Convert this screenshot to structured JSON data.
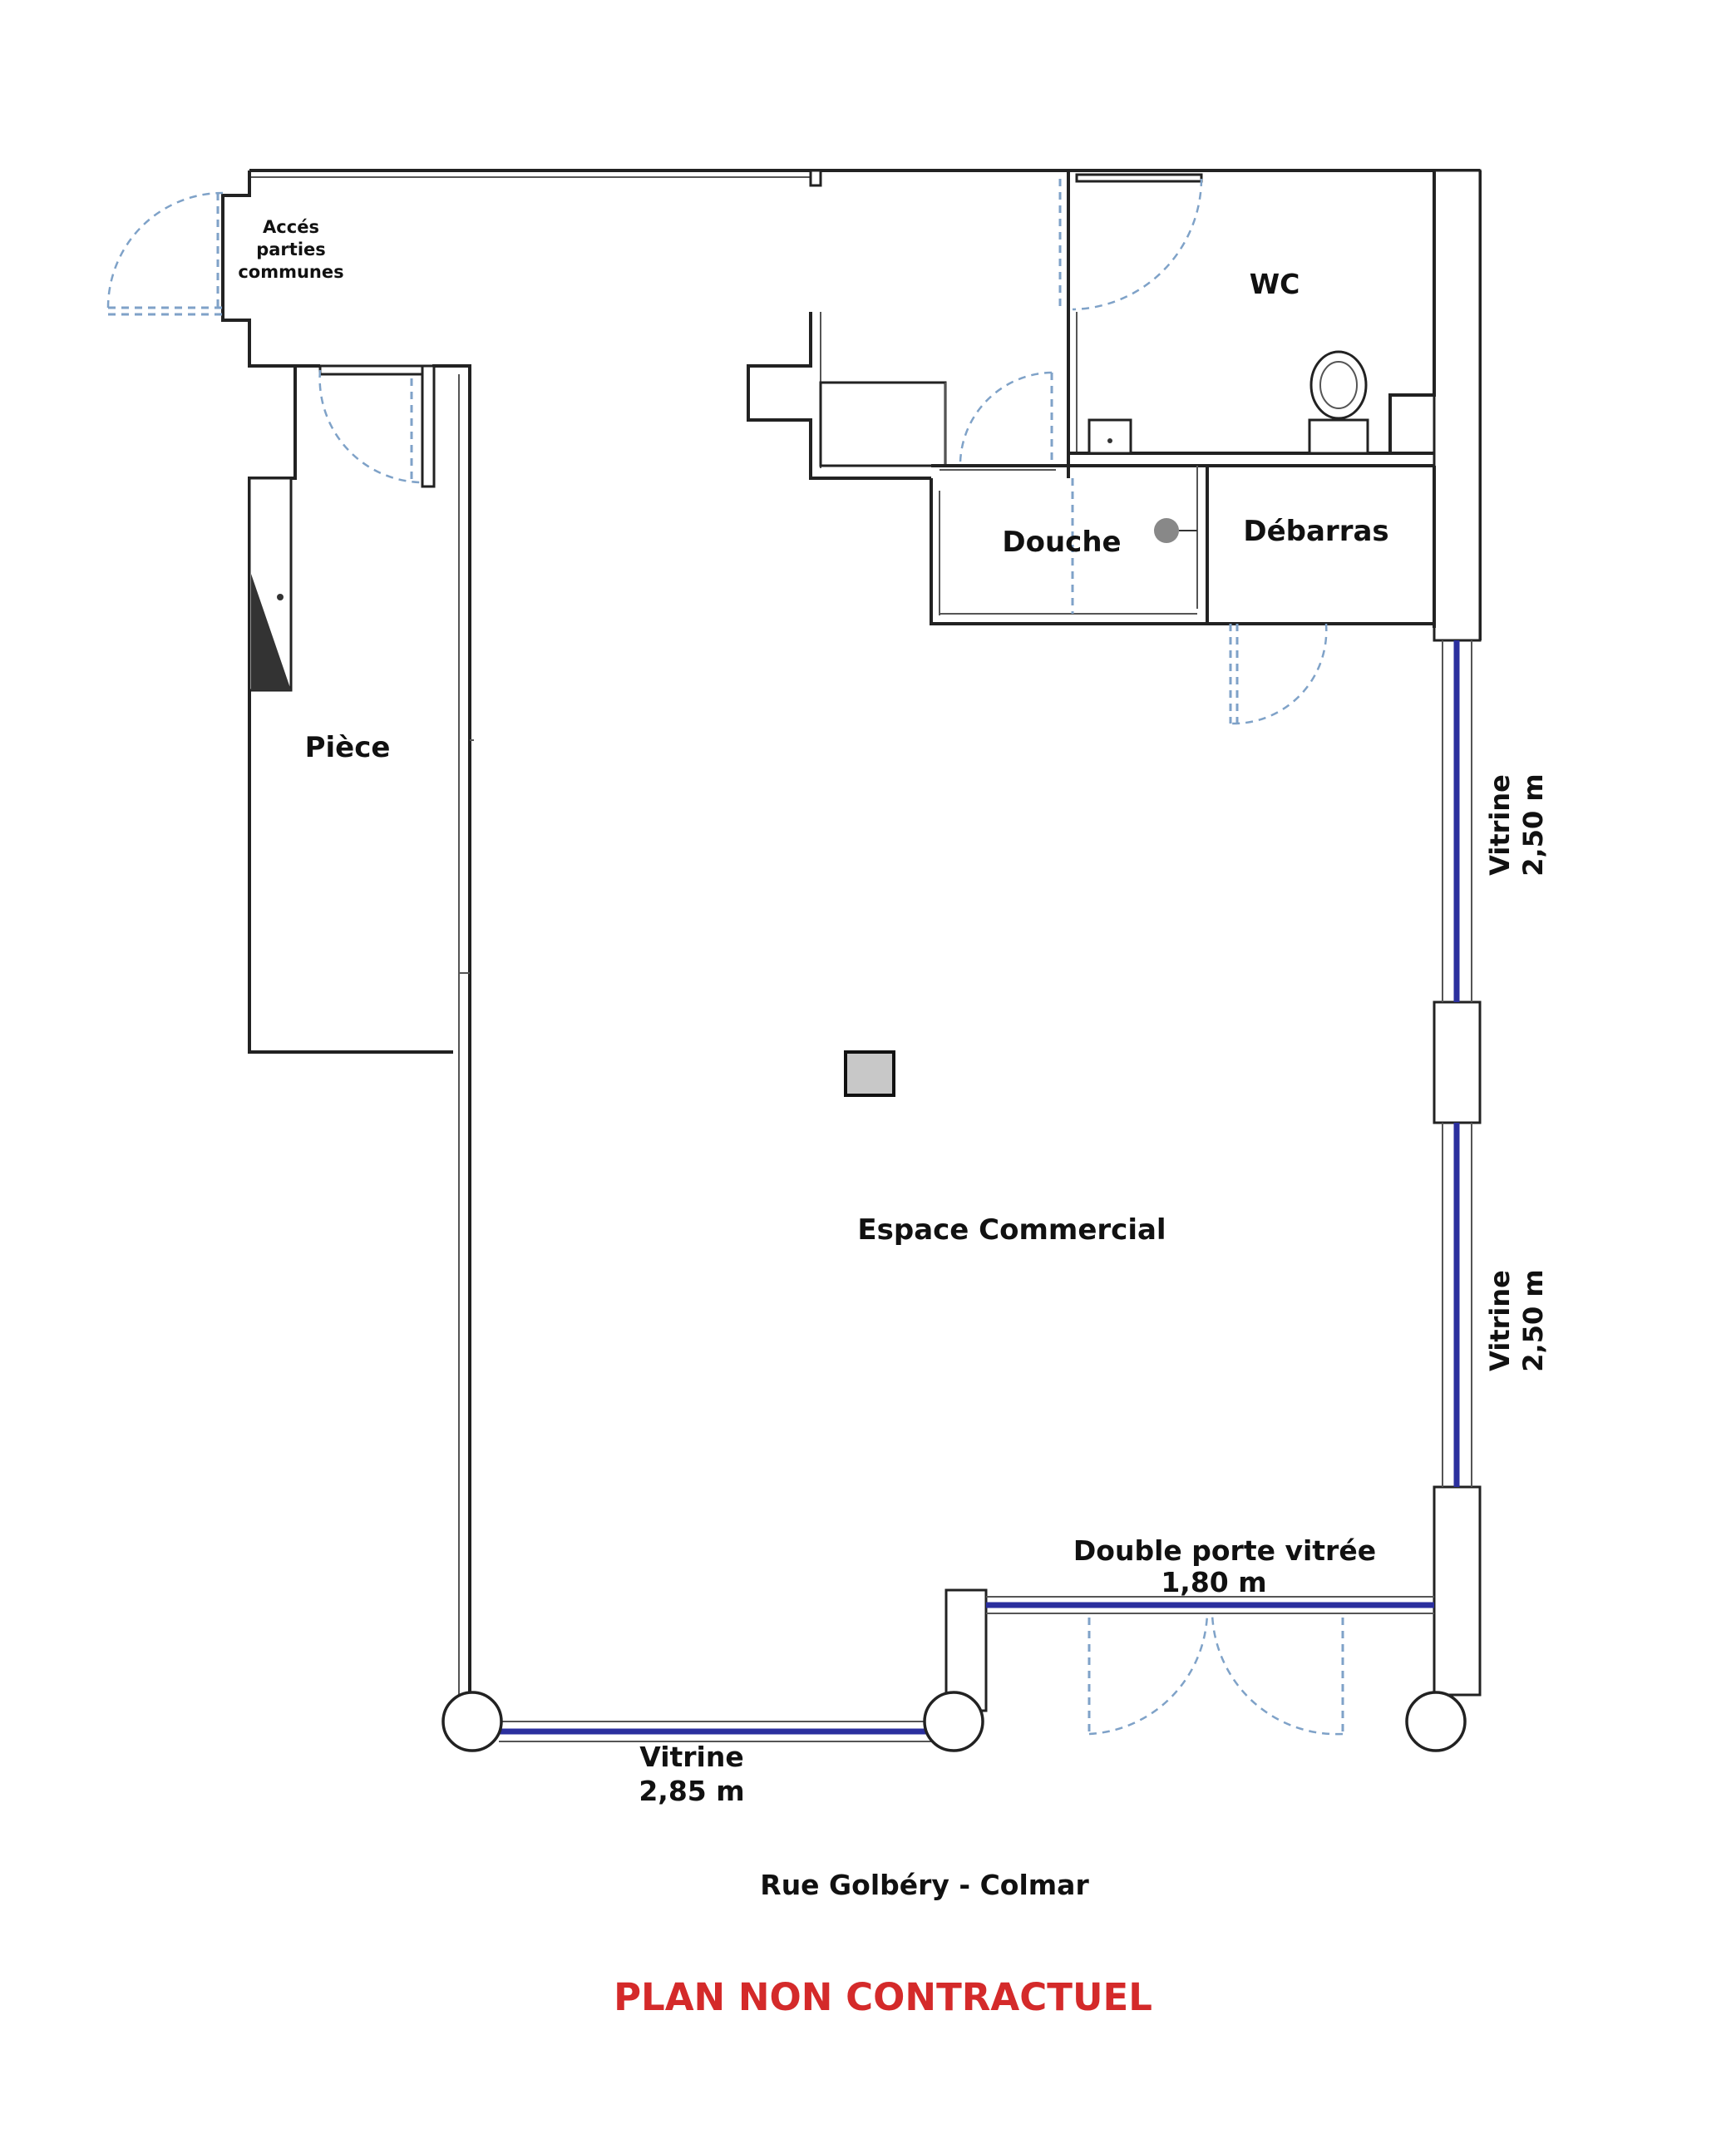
{
  "colors": {
    "wall": "#222222",
    "glass": "#2b2f9e",
    "door": "#7fa2c8",
    "fixture_gray": "#c8c8c8",
    "shower_drain": "#888888",
    "disclaimer": "#d42a2a"
  },
  "rooms": {
    "common_access": {
      "line1": "Accés",
      "line2": "parties",
      "line3": "communes"
    },
    "wc": "WC",
    "douche": "Douche",
    "debarras": "Débarras",
    "piece": "Pièce",
    "espace_commercial": "Espace Commercial"
  },
  "openings": {
    "vitrine_right_top": {
      "name": "Vitrine",
      "size": "2,50 m"
    },
    "vitrine_right_bottom": {
      "name": "Vitrine",
      "size": "2,50 m"
    },
    "double_door": {
      "name": "Double porte vitrée",
      "size": "1,80 m"
    },
    "vitrine_bottom": {
      "name": "Vitrine",
      "size": "2,85 m"
    }
  },
  "street": "Rue Golbéry - Colmar",
  "disclaimer": "PLAN NON CONTRACTUEL",
  "icons": {
    "pillar": "square-pillar-icon",
    "shower_drain": "drain-icon",
    "toilet": "toilet-icon",
    "sink": "sink-icon"
  }
}
